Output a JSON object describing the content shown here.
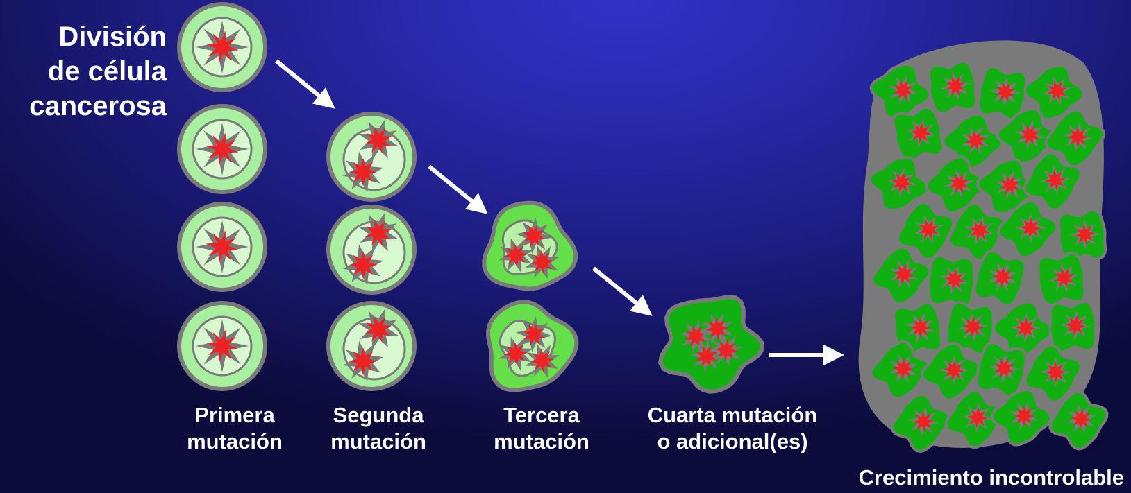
{
  "title": {
    "line1": "División",
    "line2": "de célula",
    "line3": "cancerosa"
  },
  "stages": [
    {
      "line1": "Primera",
      "line2": "mutación"
    },
    {
      "line1": "Segunda",
      "line2": "mutación"
    },
    {
      "line1": "Tercera",
      "line2": "mutación"
    },
    {
      "line1": "Cuarta mutación",
      "line2": "o adicional(es)"
    }
  ],
  "final_label": "Crecimiento incontrolable",
  "colors": {
    "cell_light": "#a8f0a0",
    "cell_inner": "#d8f8d0",
    "cell_medium": "#66e04a",
    "cell_dark": "#10b010",
    "cell_border": "#7a7a7a",
    "nucleus_star": "#ee2222",
    "arrow": "#ffffff"
  }
}
